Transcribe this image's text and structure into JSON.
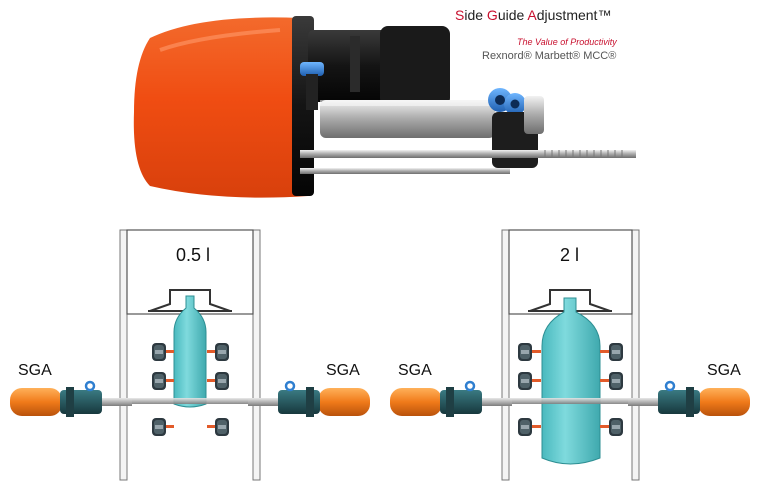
{
  "title": {
    "parts": [
      {
        "cap": "S",
        "rest": "ide "
      },
      {
        "cap": "G",
        "rest": "uide "
      },
      {
        "cap": "A",
        "rest": "djustment™"
      }
    ]
  },
  "tagline": "The Value of Productivity",
  "brands": "Rexnord® Marbett® MCC®",
  "diagram_left": {
    "size_label": "0.5 l",
    "left_label": "SGA",
    "right_label": "SGA"
  },
  "diagram_right": {
    "size_label": "2 l",
    "left_label": "SGA",
    "right_label": "SGA"
  },
  "colors": {
    "actuator_orange": "#f15a22",
    "bottle": "#5cc8cc",
    "pneumatic_blue": "#2f7fd0",
    "body_black": "#1a1a1a",
    "frame_gray": "#8a8a8a"
  },
  "icons": [
    "actuator-photo",
    "bottle-icon",
    "roller-icon",
    "sga-actuator-icon"
  ]
}
